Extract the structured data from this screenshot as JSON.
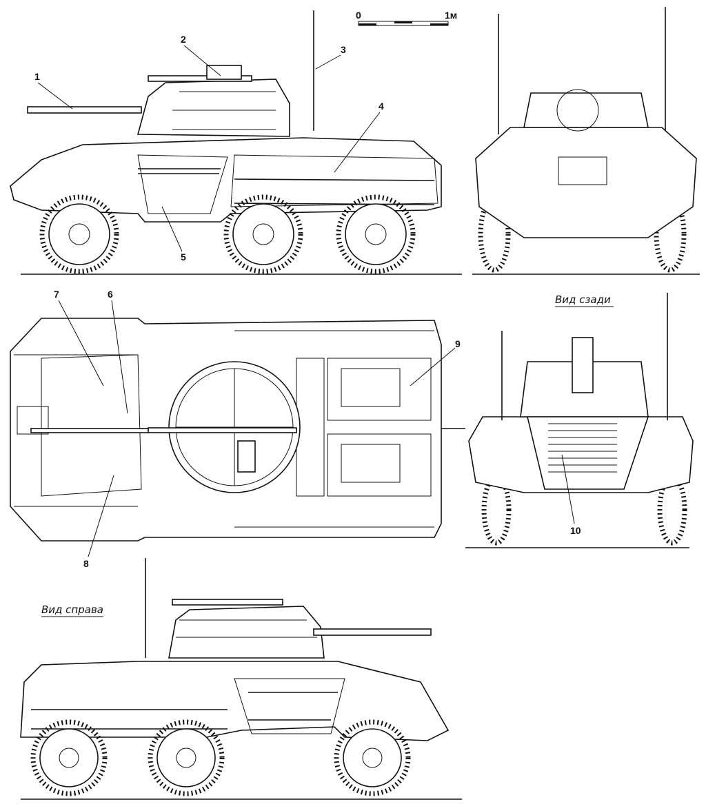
{
  "scale_bar": {
    "start": "0",
    "end": "1м"
  },
  "captions": {
    "rear_view": "Вид сзади",
    "right_view": "Вид справа"
  },
  "callouts": [
    "1",
    "2",
    "3",
    "4",
    "5",
    "6",
    "7",
    "8",
    "9",
    "10"
  ]
}
